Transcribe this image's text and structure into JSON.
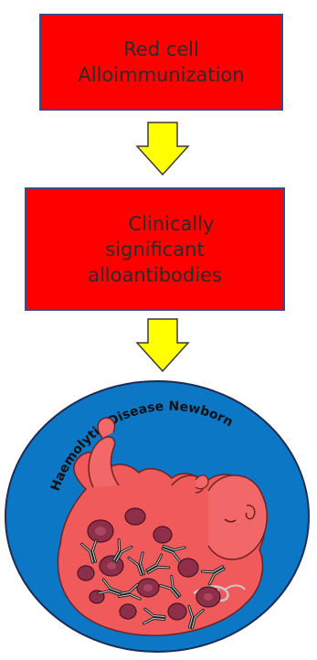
{
  "boxes": [
    {
      "lines": [
        "Red cell",
        "Alloimmunization"
      ]
    },
    {
      "lines": [
        "Clinically",
        "significant",
        "alloantibodies"
      ]
    }
  ],
  "illustration": {
    "curved_title": "Haemolytic Disease Newborn"
  },
  "colors": {
    "box_fill": "#ff0000",
    "box_border": "#3b4a86",
    "arrow_fill": "#ffff00",
    "circle_fill": "#0b77c5",
    "womb_fill": "#f05a5a",
    "cell_fill": "#8e2f4a"
  }
}
